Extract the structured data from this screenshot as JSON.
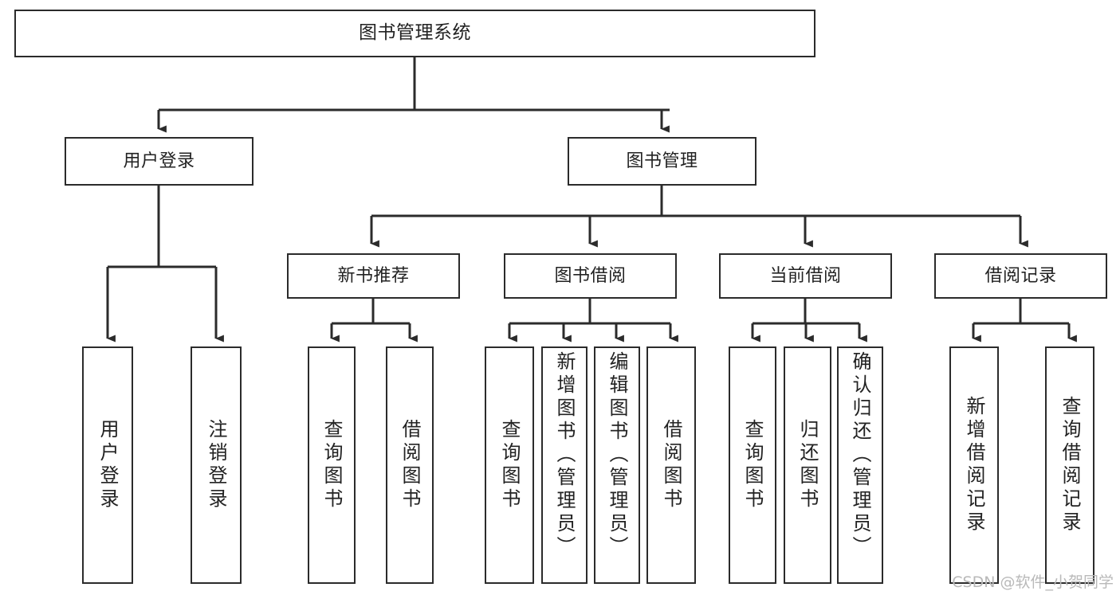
{
  "diagram": {
    "title": "图书管理系统",
    "type": "hierarchy-tree",
    "watermark": "CSDN @软件_小贺同学",
    "colors": {
      "stroke": "#2b2b2b",
      "fill": "#ffffff",
      "text": "#222222",
      "watermark": "#b9b9b9"
    },
    "root": {
      "label": "图书管理系统"
    },
    "level1": [
      {
        "label": "用户登录"
      },
      {
        "label": "图书管理"
      }
    ],
    "level2": [
      {
        "label": "新书推荐"
      },
      {
        "label": "图书借阅"
      },
      {
        "label": "当前借阅"
      },
      {
        "label": "借阅记录"
      }
    ],
    "leaves": {
      "user_login": [
        {
          "label": "用户登录"
        },
        {
          "label": "注销登录"
        }
      ],
      "new_book_recommend": [
        {
          "label": "查询图书"
        },
        {
          "label": "借阅图书"
        }
      ],
      "book_borrow": [
        {
          "label": "查询图书"
        },
        {
          "label": "新增图书（管理员）"
        },
        {
          "label": "编辑图书（管理员）"
        },
        {
          "label": "借阅图书"
        }
      ],
      "current_borrow": [
        {
          "label": "查询图书"
        },
        {
          "label": "归还图书"
        },
        {
          "label": "确认归还（管理员）"
        }
      ],
      "borrow_record": [
        {
          "label": "新增借阅记录"
        },
        {
          "label": "查询借阅记录"
        }
      ]
    }
  }
}
